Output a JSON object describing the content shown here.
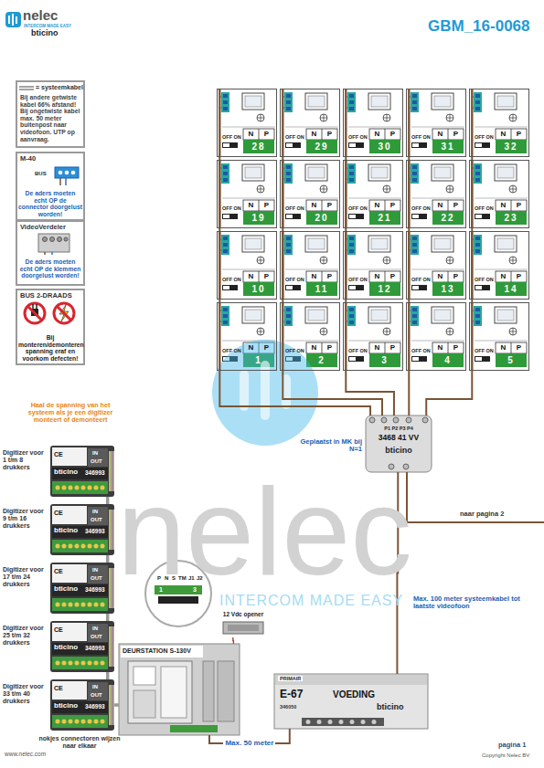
{
  "diagram": {
    "title": "GBM_16-0068",
    "nodes": [
      {
        "text": [
          "Bij andere getwiste kabel 66% afstand! Bij ongetwiste kabel max. 50 meter buitenpost naar videofoon. UTP op aanvraag."
        ]
      },
      {
        "text": [
          "M-40",
          "De aders moeten echt OP de connector doorgelust worden!"
        ]
      },
      {
        "text": [
          "VideoVerdeler",
          "De aders moeten echt OP de klemmen doorgelust worden!"
        ]
      },
      {
        "text": [
          "BUS 2-DRAADS",
          "Bij monteren/demonteren spanning eraf en voorkom defecten!"
        ]
      },
      {
        "text": [
          "OFF ON",
          "N",
          "P",
          "28"
        ]
      },
      {
        "text": [
          "OFF ON",
          "N",
          "P",
          "29"
        ]
      },
      {
        "text": [
          "OFF ON",
          "N",
          "P",
          "30"
        ]
      },
      {
        "text": [
          "OFF ON",
          "N",
          "P",
          "31"
        ]
      },
      {
        "text": [
          "OFF ON",
          "N",
          "P",
          "32"
        ]
      },
      {
        "text": [
          "OFF ON",
          "N",
          "P",
          "19"
        ]
      },
      {
        "text": [
          "OFF ON",
          "N",
          "P",
          "20"
        ]
      },
      {
        "text": [
          "OFF ON",
          "N",
          "P",
          "21"
        ]
      },
      {
        "text": [
          "OFF ON",
          "N",
          "P",
          "22"
        ]
      },
      {
        "text": [
          "OFF ON",
          "N",
          "P",
          "23"
        ]
      },
      {
        "text": [
          "OFF ON",
          "N",
          "P",
          "10"
        ]
      },
      {
        "text": [
          "OFF ON",
          "N",
          "P",
          "11"
        ]
      },
      {
        "text": [
          "OFF ON",
          "N",
          "P",
          "12"
        ]
      },
      {
        "text": [
          "OFF ON",
          "N",
          "P",
          "13"
        ]
      },
      {
        "text": [
          "OFF ON",
          "N",
          "P",
          "14"
        ]
      },
      {
        "text": [
          "OFF ON",
          "N",
          "P",
          "1"
        ]
      },
      {
        "text": [
          "OFF ON",
          "N",
          "P",
          "2"
        ]
      },
      {
        "text": [
          "OFF ON",
          "N",
          "P",
          "3"
        ]
      },
      {
        "text": [
          "OFF ON",
          "N",
          "P",
          "4"
        ]
      },
      {
        "text": [
          "OFF ON",
          "N",
          "P",
          "5"
        ]
      },
      {
        "text": [
          "P1 P2 P3 P4",
          "3468 41 VV",
          "bticino"
        ]
      },
      {
        "text": [
          "Digitizer voor 1 t/m 8 drukkers",
          "CE",
          "IN",
          "OUT",
          "bticino",
          "346993"
        ]
      },
      {
        "text": [
          "Digitizer voor 9 t/m 16 drukkers",
          "CE",
          "IN",
          "OUT",
          "bticino",
          "346993"
        ]
      },
      {
        "text": [
          "Digitizer voor 17 t/m 24 drukkers",
          "CE",
          "IN",
          "OUT",
          "bticino",
          "346993"
        ]
      },
      {
        "text": [
          "Digitizer voor 25 t/m 32 drukkers",
          "CE",
          "IN",
          "OUT",
          "bticino",
          "346993"
        ]
      },
      {
        "text": [
          "Digitizer voor 33 t/m 40 drukkers",
          "CE",
          "IN",
          "OUT",
          "bticino",
          "346993"
        ]
      },
      {
        "text": [
          "DEURSTATION S-130V"
        ]
      },
      {
        "text": [
          "12 Vdc opener"
        ]
      },
      {
        "text": [
          "PRIMAIR",
          "E-67",
          "VOEDING",
          "bticino",
          "346050"
        ]
      }
    ],
    "edges": [
      {
        "from": 24,
        "to": 19,
        "arrow": "none"
      },
      {
        "from": 24,
        "to": 20,
        "arrow": "none"
      },
      {
        "from": 24,
        "to": 21,
        "arrow": "none"
      },
      {
        "from": 24,
        "to": 22,
        "arrow": "none"
      },
      {
        "from": 24,
        "to": 23,
        "arrow": "none"
      },
      {
        "from": 19,
        "to": 14,
        "arrow": "none"
      },
      {
        "from": 14,
        "to": 9,
        "arrow": "none"
      },
      {
        "from": 9,
        "to": 4,
        "arrow": "none"
      },
      {
        "from": 20,
        "to": 15,
        "arrow": "none"
      },
      {
        "from": 15,
        "to": 10,
        "arrow": "none"
      },
      {
        "from": 10,
        "to": 5,
        "arrow": "none"
      },
      {
        "from": 21,
        "to": 16,
        "arrow": "none"
      },
      {
        "from": 16,
        "to": 11,
        "arrow": "none"
      },
      {
        "from": 11,
        "to": 6,
        "arrow": "none"
      },
      {
        "from": 22,
        "to": 17,
        "arrow": "none"
      },
      {
        "from": 17,
        "to": 12,
        "arrow": "none"
      },
      {
        "from": 12,
        "to": 7,
        "arrow": "none"
      },
      {
        "from": 23,
        "to": 18,
        "arrow": "none"
      },
      {
        "from": 18,
        "to": 13,
        "arrow": "none"
      },
      {
        "from": 13,
        "to": 8,
        "arrow": "none"
      },
      {
        "from": 32,
        "to": 24,
        "arrow": "none"
      },
      {
        "from": 30,
        "to": 32,
        "label": "Max. 50 meter",
        "arrow": "none"
      },
      {
        "from": 31,
        "to": 30,
        "arrow": "none"
      },
      {
        "from": 25,
        "to": 26,
        "arrow": "none"
      },
      {
        "from": 26,
        "to": 27,
        "arrow": "none"
      },
      {
        "from": 27,
        "to": 28,
        "arrow": "none"
      },
      {
        "from": 28,
        "to": 29,
        "arrow": "none"
      },
      {
        "from": 29,
        "to": 30,
        "arrow": "none"
      }
    ],
    "labels": [
      "nelec",
      "INTERCOM MADE EASY",
      "bticino",
      "BUS",
      "Haal de spanning van het systeem als je een digitizer monteert of demonteert",
      "Geplaatst in MK bij N=1",
      "naar pagina 2",
      "Max. 100 meter systeemkabel tot laatste videofoon",
      "P",
      "N",
      "S",
      "TM",
      "J1",
      "J2",
      "1",
      "3",
      "nokjes connectoren wijzen naar elkaar",
      "nelec",
      "INTERCOM MADE EASY",
      "www.nelec.com",
      "pagina 1",
      "Copyright Nelec BV"
    ],
    "legend": [
      {
        "text": "= systeemkabel"
      }
    ]
  }
}
